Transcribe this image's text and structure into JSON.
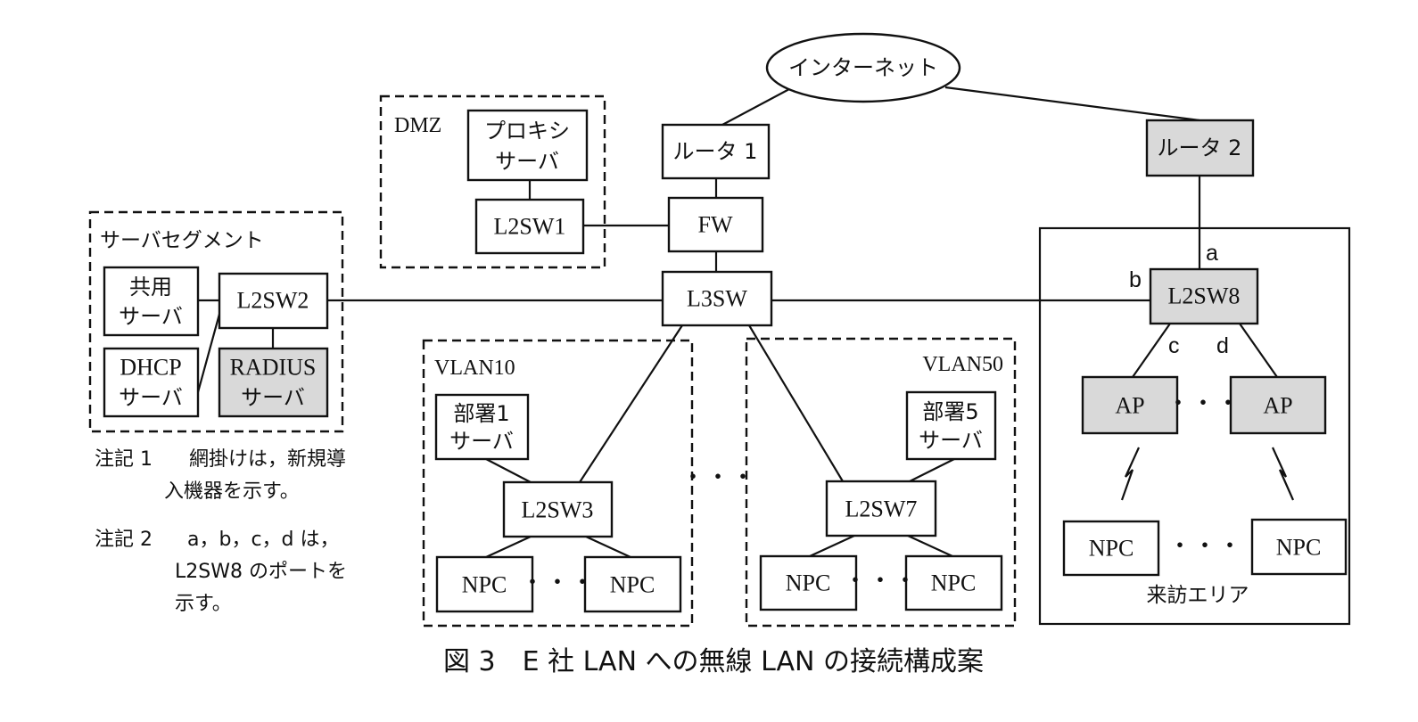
{
  "caption": "図 3　E 社 LAN への無線 LAN の接続構成案",
  "colors": {
    "line": "#111111",
    "new_device_fill": "#d9d9d9",
    "background": "#ffffff"
  },
  "nodes": {
    "internet": "インターネット",
    "router1": "ルータ 1",
    "router2": "ルータ 2",
    "fw": "FW",
    "l3sw": "L3SW",
    "proxy": {
      "line1": "プロキシ",
      "line2": "サーバ"
    },
    "l2sw1": "L2SW1",
    "l2sw2": "L2SW2",
    "shared_server": {
      "line1": "共用",
      "line2": "サーバ"
    },
    "dhcp_server": {
      "line1": "DHCP",
      "line2": "サーバ"
    },
    "radius_server": {
      "line1": "RADIUS",
      "line2": "サーバ"
    },
    "dept1_server": {
      "line1": "部署1",
      "line2": "サーバ"
    },
    "dept5_server": {
      "line1": "部署5",
      "line2": "サーバ"
    },
    "l2sw3": "L2SW3",
    "l2sw7": "L2SW7",
    "l2sw8": "L2SW8",
    "ap": "AP",
    "npc": "NPC"
  },
  "zones": {
    "dmz": "DMZ",
    "server_segment": "サーバセグメント",
    "vlan10": "VLAN10",
    "vlan50": "VLAN50",
    "visitor_area": "来訪エリア"
  },
  "ports": {
    "a": "a",
    "b": "b",
    "c": "c",
    "d": "d"
  },
  "ellipsis": "・・・",
  "notes": {
    "note1_label": "注記 1",
    "note1_line1": "網掛けは，新規導",
    "note1_line2": "入機器を示す。",
    "note2_label": "注記 2",
    "note2_line1": "a，b，c，d は，",
    "note2_line2": "L2SW8 のポートを",
    "note2_line3": "示す。"
  },
  "new_devices": [
    "ルータ 2",
    "L2SW8",
    "AP",
    "RADIUS サーバ"
  ]
}
